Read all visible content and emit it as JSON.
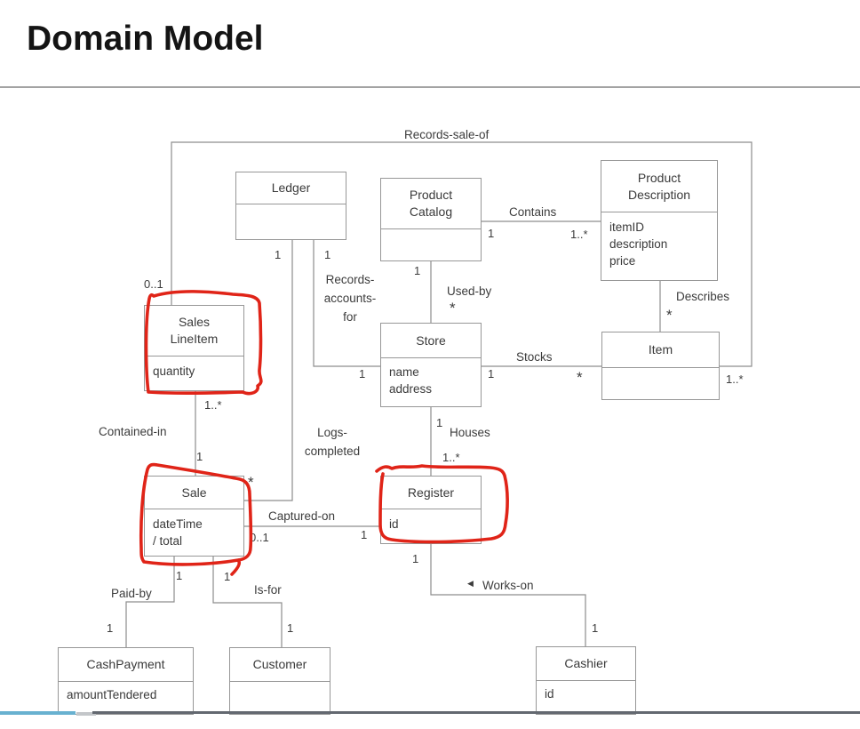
{
  "title": "Domain Model",
  "diagram": {
    "classes": [
      {
        "id": "ledger",
        "name": "Ledger",
        "attrs": []
      },
      {
        "id": "product-catalog",
        "name": "Product\nCatalog",
        "attrs": []
      },
      {
        "id": "product-description",
        "name": "Product\nDescription",
        "attrs": [
          "itemID",
          "description",
          "price"
        ]
      },
      {
        "id": "sales-lineitem",
        "name": "Sales\nLineItem",
        "attrs": [
          "quantity"
        ]
      },
      {
        "id": "store",
        "name": "Store",
        "attrs": [
          "name",
          "address"
        ]
      },
      {
        "id": "item",
        "name": "Item",
        "attrs": []
      },
      {
        "id": "sale",
        "name": "Sale",
        "attrs": [
          "dateTime",
          "/ total"
        ]
      },
      {
        "id": "register",
        "name": "Register",
        "attrs": [
          "id"
        ]
      },
      {
        "id": "cash-payment",
        "name": "CashPayment",
        "attrs": [
          "amountTendered"
        ]
      },
      {
        "id": "customer",
        "name": "Customer",
        "attrs": []
      },
      {
        "id": "cashier",
        "name": "Cashier",
        "attrs": [
          "id"
        ]
      }
    ],
    "labels": {
      "records_sale_of": "Records-sale-of",
      "contains": "Contains",
      "used_by": "Used-by",
      "describes": "Describes",
      "records_accounts_for": "Records-\naccounts-\nfor",
      "stocks": "Stocks",
      "contained_in": "Contained-in",
      "logs_completed": "Logs-\ncompleted",
      "captured_on": "Captured-on",
      "houses": "Houses",
      "works_on": "Works-on",
      "works_on_arrow": "◀",
      "paid_by": "Paid-by",
      "is_for": "Is-for"
    },
    "multiplicities": {
      "ledger_logs": "1",
      "ledger_raf": "1",
      "catalog_contains": "1",
      "desc_contains": "1..*",
      "catalog_used_by": "1",
      "store_used_by": "*",
      "desc_describes": "*",
      "store_raf": "1",
      "store_stocks": "1",
      "item_stocks": "*",
      "item_rso": "1..*",
      "sli_rso": "0..1",
      "sli_contained": "1..*",
      "sale_contained": "1",
      "sale_logs": "*",
      "sale_captured": "0..1",
      "register_captured": "1",
      "store_houses": "1",
      "register_houses": "1..*",
      "register_works": "1",
      "cashier_works": "1",
      "sale_paid": "1",
      "sale_isfor": "1",
      "cashpayment_paid": "1",
      "customer_isfor": "1"
    }
  },
  "annotations": {
    "highlighted_classes": [
      "Sales LineItem",
      "Sale",
      "Register"
    ],
    "pen_color": "#e02418"
  },
  "colors": {
    "progress_watched": "#68b1d0",
    "progress_buffer": "#c3c6c9",
    "progress_remaining": "#636870",
    "title_rule": "#a3a3a3"
  }
}
